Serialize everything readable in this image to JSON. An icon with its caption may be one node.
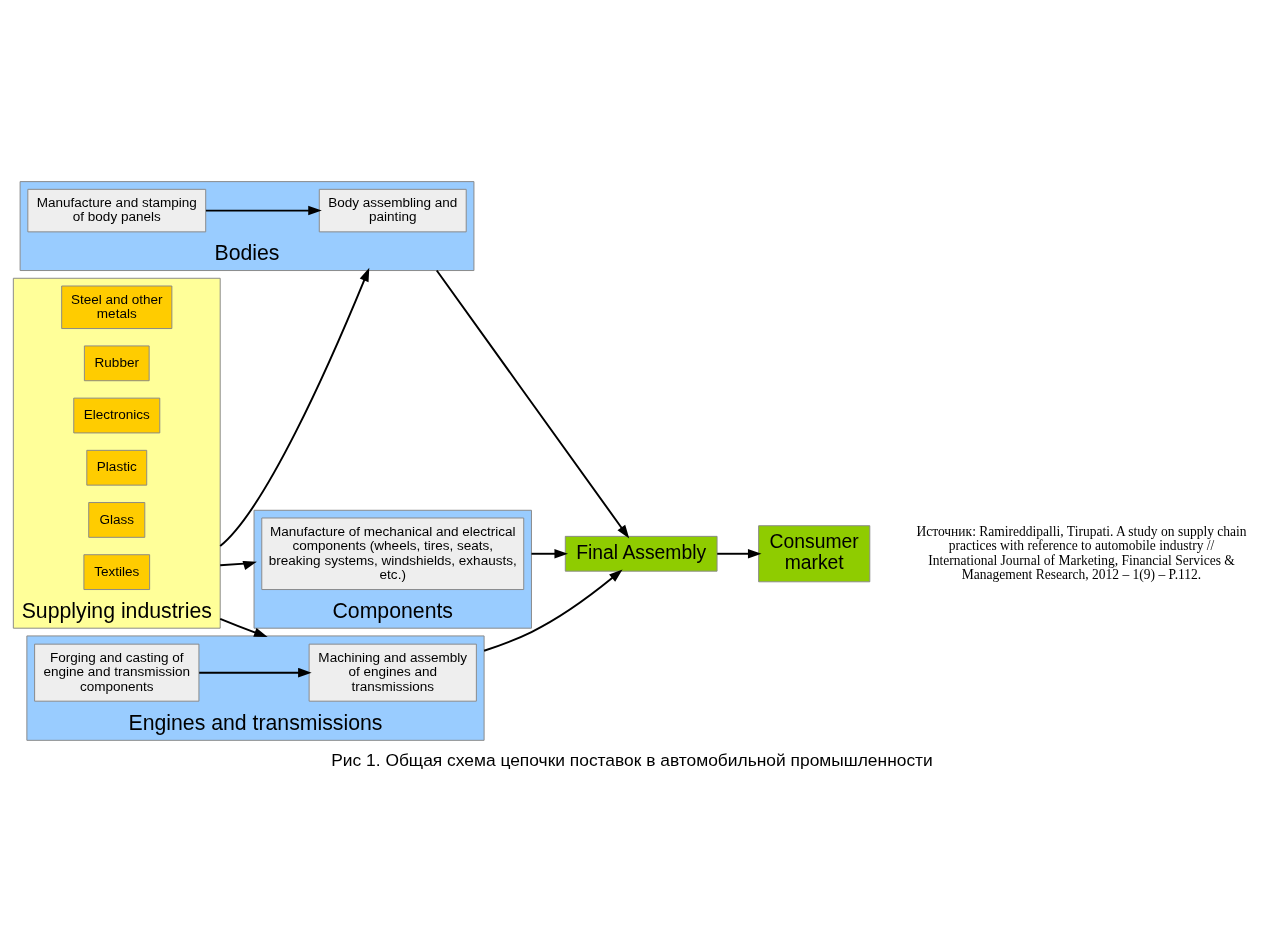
{
  "diagram": {
    "caption": "Рис 1. Общая схема цепочки поставок в автомобильной промышленности",
    "nodes": [
      {
        "text": [
          "Supplying industries"
        ]
      },
      {
        "text": [
          "Steel and other metals"
        ],
        "in": 0
      },
      {
        "text": [
          "Rubber"
        ],
        "in": 0
      },
      {
        "text": [
          "Electronics"
        ],
        "in": 0
      },
      {
        "text": [
          "Plastic"
        ],
        "in": 0
      },
      {
        "text": [
          "Glass"
        ],
        "in": 0
      },
      {
        "text": [
          "Textiles"
        ],
        "in": 0
      },
      {
        "text": [
          "Bodies"
        ]
      },
      {
        "text": [
          "Manufacture and stamping of body panels"
        ],
        "in": 7
      },
      {
        "text": [
          "Body assembling and painting"
        ],
        "in": 7
      },
      {
        "text": [
          "Components"
        ]
      },
      {
        "text": [
          "Manufacture of mechanical and electrical components (wheels, tires, seats, breaking systems, windshields, exhausts, etc.)"
        ],
        "in": 10
      },
      {
        "text": [
          "Engines and transmissions"
        ]
      },
      {
        "text": [
          "Forging and casting of engine and transmission components"
        ],
        "in": 12
      },
      {
        "text": [
          "Machining and assembly of engines and transmissions"
        ],
        "in": 12
      },
      {
        "text": [
          "Final Assembly"
        ]
      },
      {
        "text": [
          "Consumer market"
        ]
      }
    ],
    "edges": [
      {
        "from": 0,
        "to": 7,
        "arrow": "to"
      },
      {
        "from": 0,
        "to": 10,
        "arrow": "to"
      },
      {
        "from": 0,
        "to": 12,
        "arrow": "to"
      },
      {
        "from": 8,
        "to": 9,
        "arrow": "to"
      },
      {
        "from": 13,
        "to": 14,
        "arrow": "to"
      },
      {
        "from": 7,
        "to": 15,
        "arrow": "to"
      },
      {
        "from": 10,
        "to": 15,
        "arrow": "to"
      },
      {
        "from": 12,
        "to": 15,
        "arrow": "to"
      },
      {
        "from": 15,
        "to": 16,
        "arrow": "to"
      }
    ],
    "labels": [
      "Источник: Ramireddipalli, Tirupati. A study on supply chain practices with reference to automobile industry // International Journal of Marketing, Financial Services & Management Research, 2012 – 1(9) – P.112."
    ]
  }
}
